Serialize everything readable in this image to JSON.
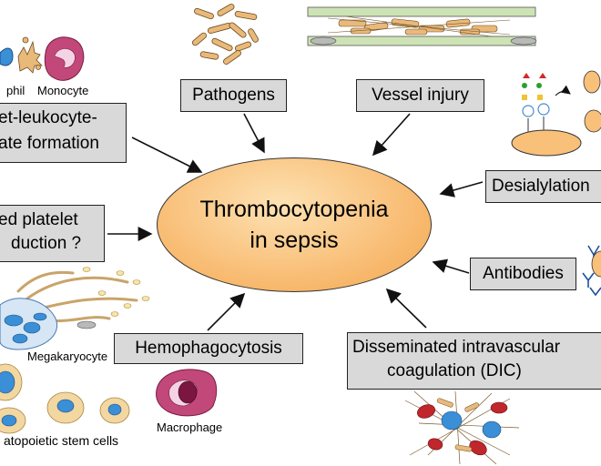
{
  "center": {
    "line1": "Thrombocytopenia",
    "line2": "in sepsis"
  },
  "causes": {
    "pathogens": "Pathogens",
    "vessel_injury": "Vessel injury",
    "desialylation": "Desialylation",
    "antibodies": "Antibodies",
    "dic_line1": "Disseminated intravascular",
    "dic_line2": "coagulation (DIC)",
    "hemophagocytosis": "Hemophagocytosis",
    "reduced_production_line1": "ed platelet",
    "reduced_production_line2": "duction ?",
    "aggregate_line1": "et-leukocyte-",
    "aggregate_line2": "ate formation"
  },
  "cell_labels": {
    "neutrophil": "phil",
    "monocyte": "Monocyte",
    "megakaryocyte": "Megakaryocyte",
    "macrophage": "Macrophage",
    "stem_cells": "atopoietic stem cells"
  },
  "colors": {
    "box_fill": "#d9d9d9",
    "center_fill": "#f9c07a",
    "platelet": "#e9b97a",
    "cell_blue": "#3a8fd6",
    "monocyte_pink": "#c2487a",
    "rbc_red": "#c0262c"
  }
}
